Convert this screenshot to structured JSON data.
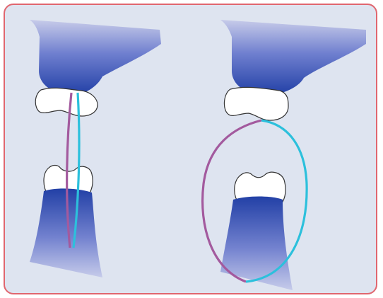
{
  "figure": {
    "panels": [
      {
        "name": "left-panel",
        "ligament_layout": "straight"
      },
      {
        "name": "right-panel",
        "ligament_layout": "looped"
      }
    ],
    "colors": {
      "background": "#dee4f0",
      "border": "#e0666f",
      "bone_dark": "#2240a6",
      "bone_light": "#b9bfe6",
      "cartilage_fill": "#ffffff",
      "cartilage_stroke": "#333333",
      "ligament_purple": "#a35a9e",
      "ligament_cyan": "#2cc0dc"
    }
  }
}
